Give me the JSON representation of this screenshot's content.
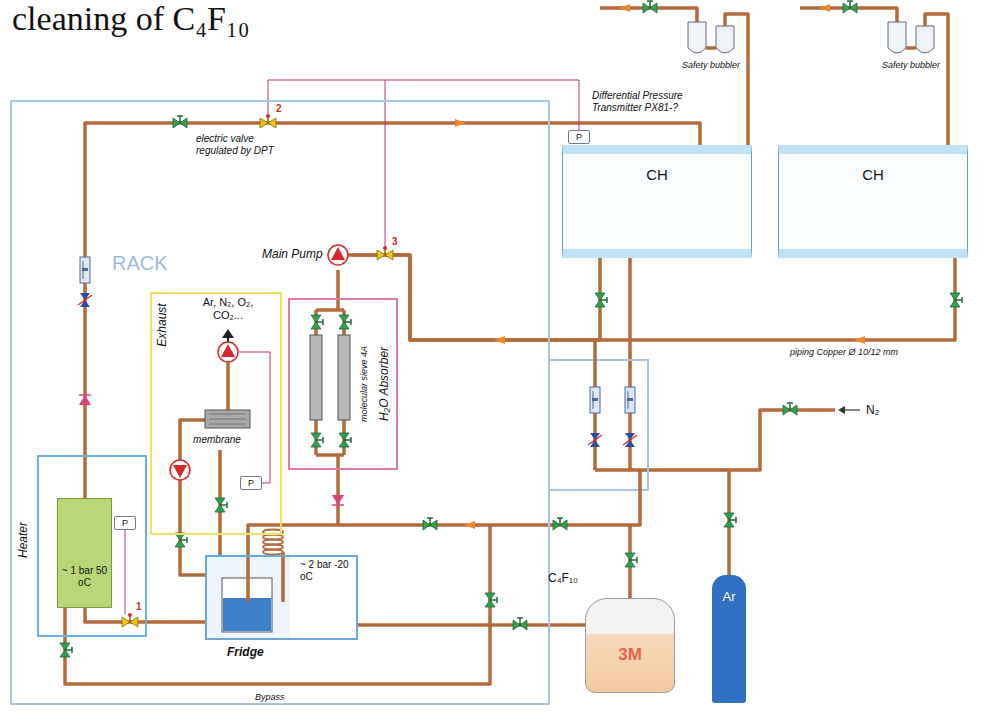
{
  "diagram": {
    "title": "cleaning of C₄F₁₀",
    "nodes": [
      {
        "text": [
          "RACK"
        ]
      },
      {
        "text": [
          "Heater"
        ],
        "in": 0
      },
      {
        "text": [
          "~ 1 bar 50 oC"
        ],
        "in": 1
      },
      {
        "text": [
          "P"
        ],
        "in": 1
      },
      {
        "text": [
          "Exhaust"
        ],
        "in": 0
      },
      {
        "text": [
          "membrane"
        ],
        "in": 4
      },
      {
        "text": [
          "P"
        ],
        "in": 4
      },
      {
        "text": [
          "H₂O Absorber"
        ],
        "in": 0
      },
      {
        "text": [
          "Main Pump"
        ],
        "in": 0
      },
      {
        "text": [
          "Fridge",
          "~ 2 bar -20 oC"
        ],
        "in": 0
      },
      {
        "text": [
          "Safety bubbler"
        ]
      },
      {
        "text": [
          "Safety bubbler"
        ]
      },
      {
        "text": [
          "CH"
        ]
      },
      {
        "text": [
          "P"
        ]
      },
      {
        "text": [
          "CH"
        ]
      },
      {
        "text": [
          "C₄F₁₀",
          "3M"
        ]
      },
      {
        "text": [
          "Ar"
        ]
      }
    ],
    "edges": [
      {
        "from": 2,
        "to": 12,
        "arrow": "none"
      },
      {
        "from": 12,
        "to": 8,
        "arrow": "none"
      },
      {
        "from": 14,
        "to": 8,
        "arrow": "none"
      },
      {
        "from": 8,
        "to": 7,
        "arrow": "none"
      },
      {
        "from": 7,
        "to": 9,
        "arrow": "none"
      },
      {
        "from": 9,
        "to": 2,
        "arrow": "none"
      },
      {
        "from": 9,
        "to": 5,
        "arrow": "none"
      },
      {
        "from": 15,
        "to": 9,
        "arrow": "none"
      },
      {
        "from": 16,
        "to": 12,
        "arrow": "none"
      },
      {
        "from": 12,
        "to": 10,
        "arrow": "none"
      },
      {
        "from": 14,
        "to": 11,
        "arrow": "none"
      }
    ],
    "labels": [
      "Differential Pressure Transmitter PX81-?",
      "electric valve regulated by DPT",
      "2",
      "3",
      "Ar, N₂, O₂, CO₂...",
      "molecular sieve 4A",
      "1",
      "piping Copper Ø 10/12 mm",
      "N₂",
      "Bypass"
    ]
  }
}
